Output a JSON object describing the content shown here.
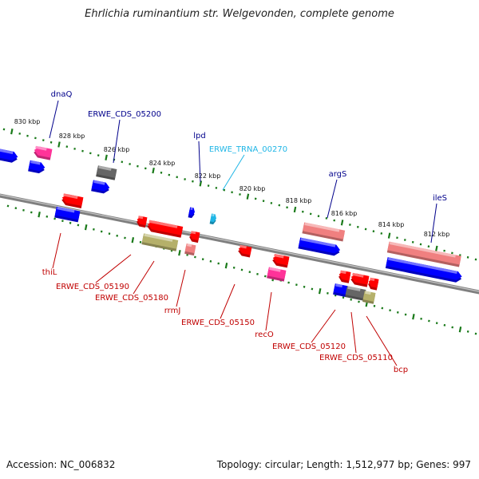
{
  "title": "Ehrlichia ruminantium str. Welgevonden, complete genome",
  "footer": {
    "accession_label": "Accession:",
    "accession": "NC_006832",
    "topology_label": "Topology:",
    "topology": "circular",
    "length_label": "Length:",
    "length": "1,512,977 bp",
    "genes_label": "Genes:",
    "genes": "997"
  },
  "colors": {
    "backbone": "#7f7f7f",
    "tick": "#1a7a1a",
    "forward_label": "#00008b",
    "reverse_label": "#c00000",
    "trna_label": "#1fb6e6",
    "cds_red": "#ff0000",
    "cds_blue": "#0000ff",
    "pink": "#ff3399",
    "salmon": "#f08080",
    "gray": "#666666",
    "khaki": "#b5b06a"
  },
  "scale_labels": [
    "830 kbp",
    "828 kbp",
    "826 kbp",
    "824 kbp",
    "822 kbp",
    "820 kbp",
    "818 kbp",
    "816 kbp",
    "814 kbp",
    "812 kbp"
  ],
  "forward_labels": [
    "dnaQ",
    "ERWE_CDS_05200",
    "lpd",
    "ERWE_TRNA_00270",
    "argS",
    "ileS"
  ],
  "reverse_labels": [
    "thiL",
    "ERWE_CDS_05190",
    "ERWE_CDS_05180",
    "rrmJ",
    "ERWE_CDS_05150",
    "recO",
    "ERWE_CDS_05120",
    "ERWE_CDS_05110",
    "bcp"
  ]
}
